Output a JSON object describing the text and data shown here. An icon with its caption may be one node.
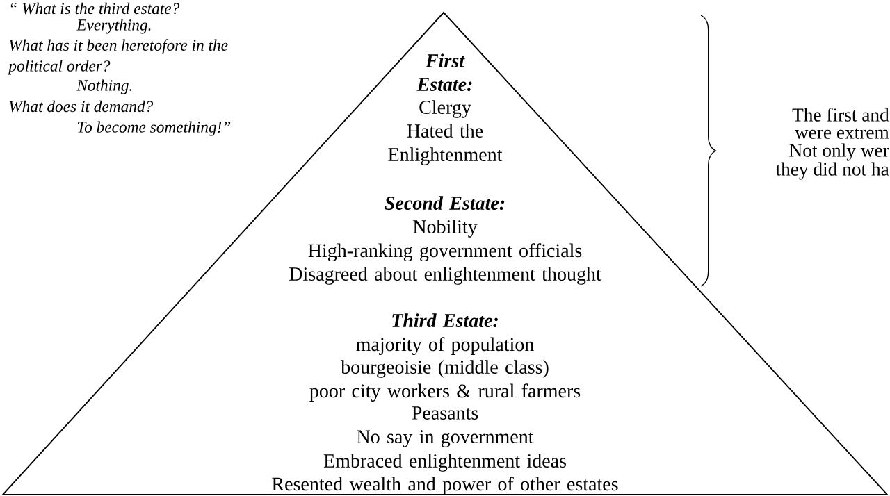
{
  "diagram": {
    "nodes": [
      {
        "text": [
          "First Estate:",
          "Clergy",
          "Hated the Enlightenment",
          "Second Estate:",
          "Nobility",
          "High-ranking government officials",
          "Disagreed about enlightenment thought",
          "Third Estate:",
          "majority of population",
          "bourgeoisie (middle class)",
          "poor city workers & rural farmers",
          "Peasants",
          "No say in government",
          "Embraced enlightenment ideas",
          "Resented wealth and power of other estates"
        ]
      }
    ],
    "labels": [
      "“ What is the third estate?",
      "Everything.",
      "What has it been heretofore in the",
      "political order?",
      "Nothing.",
      "What does it demand?",
      "To become something!”",
      "The first and",
      "were extrem",
      "Not only wer",
      "they did not ha"
    ]
  }
}
